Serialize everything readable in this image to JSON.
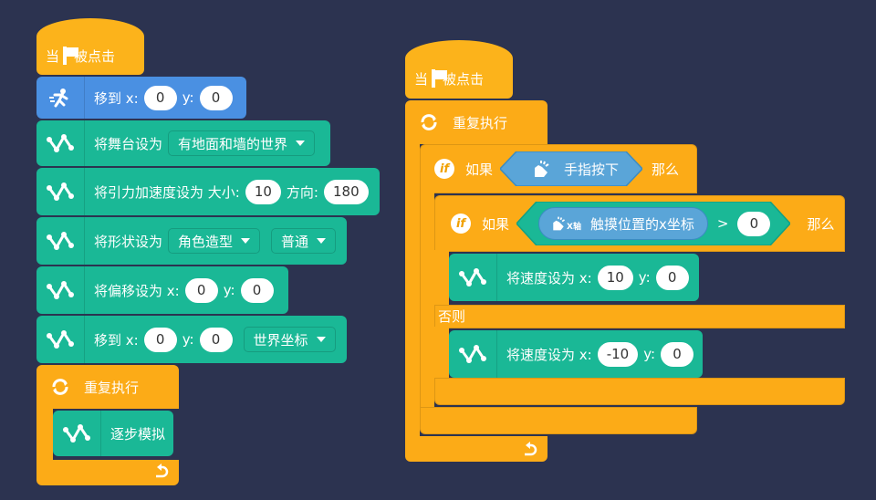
{
  "left": {
    "event": {
      "prefix": "当",
      "suffix": "被点击"
    },
    "move": {
      "label": "移到 x:",
      "x": "0",
      "ylabel": "y:",
      "y": "0"
    },
    "stage": {
      "label": "将舞台设为",
      "value": "有地面和墙的世界"
    },
    "gravity": {
      "label": "将引力加速度设为 大小:",
      "mag": "10",
      "dirlabel": "方向:",
      "dir": "180"
    },
    "shape": {
      "label": "将形状设为",
      "shape": "角色造型",
      "mode": "普通"
    },
    "offset": {
      "label": "将偏移设为 x:",
      "x": "0",
      "ylabel": "y:",
      "y": "0"
    },
    "moveto": {
      "label": "移到 x:",
      "x": "0",
      "ylabel": "y:",
      "y": "0",
      "coord": "世界坐标"
    },
    "repeat": {
      "label": "重复执行"
    },
    "step": {
      "label": "逐步模拟"
    }
  },
  "right": {
    "event": {
      "prefix": "当",
      "suffix": "被点击"
    },
    "repeat": {
      "label": "重复执行"
    },
    "if1": {
      "badge": "if",
      "label": "如果",
      "cond": "手指按下",
      "then": "那么"
    },
    "if2": {
      "badge": "if",
      "label": "如果",
      "sensor": "触摸位置的x坐标",
      "xaxis": "X轴",
      "op": ">",
      "value": "0",
      "then": "那么"
    },
    "set1": {
      "label": "将速度设为 x:",
      "x": "10",
      "ylabel": "y:",
      "y": "0"
    },
    "else": "否则",
    "set2": {
      "label": "将速度设为 x:",
      "x": "-10",
      "ylabel": "y:",
      "y": "0"
    }
  }
}
